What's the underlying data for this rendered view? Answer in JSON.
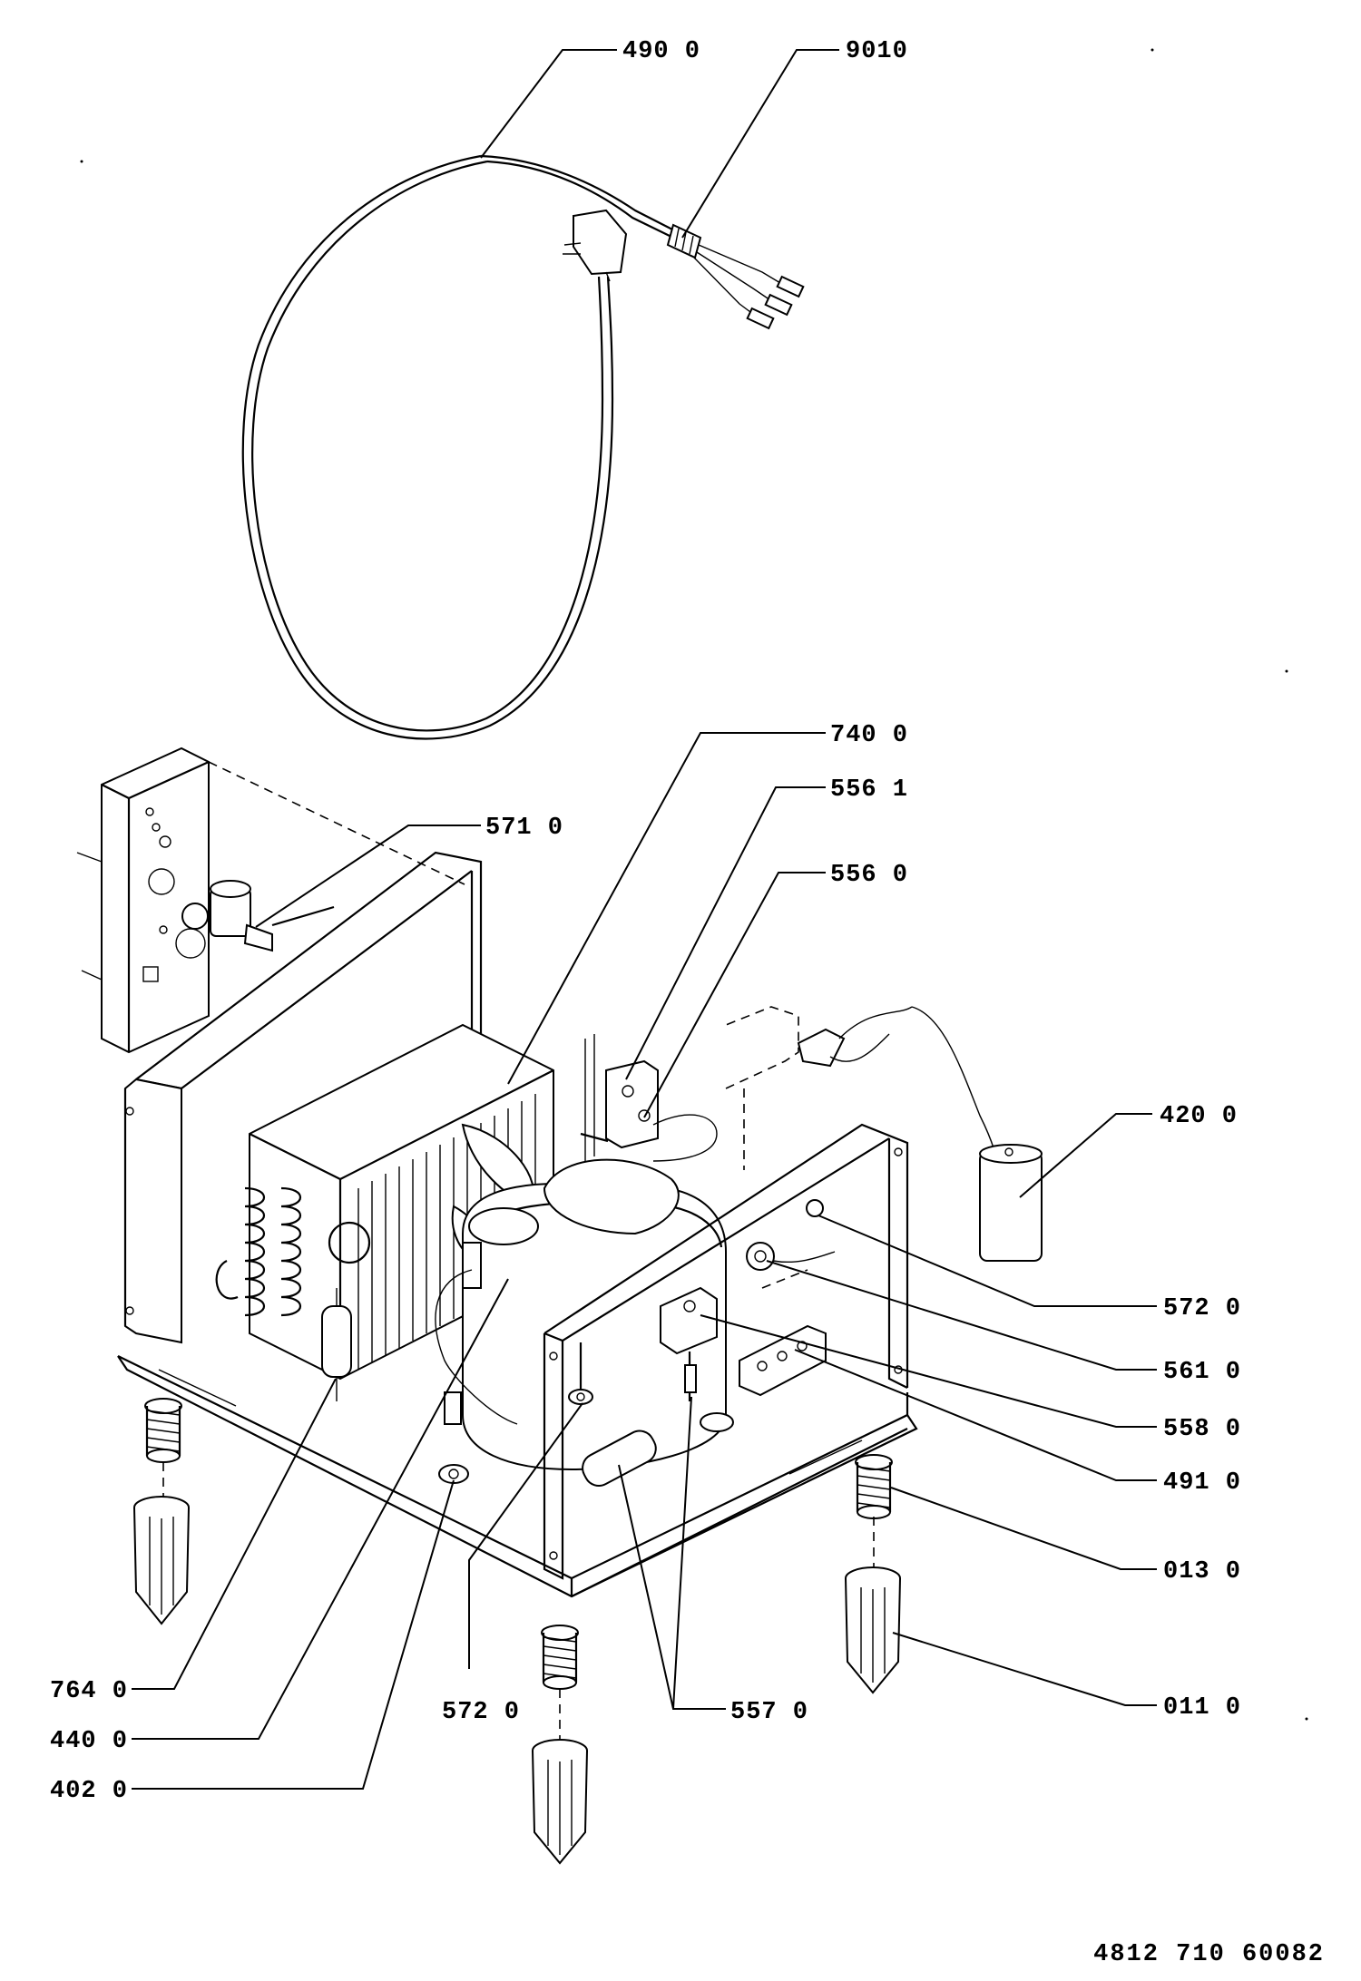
{
  "callouts": [
    {
      "id": "c4900",
      "label": "490 0"
    },
    {
      "id": "c9010",
      "label": "9010"
    },
    {
      "id": "c7400",
      "label": "740 0"
    },
    {
      "id": "c5561",
      "label": "556 1"
    },
    {
      "id": "c5560",
      "label": "556 0"
    },
    {
      "id": "c5710",
      "label": "571 0"
    },
    {
      "id": "c4200",
      "label": "420 0"
    },
    {
      "id": "c5720a",
      "label": "572 0"
    },
    {
      "id": "c5610",
      "label": "561 0"
    },
    {
      "id": "c5580",
      "label": "558 0"
    },
    {
      "id": "c4910",
      "label": "491 0"
    },
    {
      "id": "c0130",
      "label": "013 0"
    },
    {
      "id": "c0110",
      "label": "011 0"
    },
    {
      "id": "c7640",
      "label": "764 0"
    },
    {
      "id": "c4400",
      "label": "440 0"
    },
    {
      "id": "c4020",
      "label": "402 0"
    },
    {
      "id": "c5720b",
      "label": "572 0"
    },
    {
      "id": "c5570",
      "label": "557 0"
    }
  ],
  "document_number": "4812 710 60082"
}
